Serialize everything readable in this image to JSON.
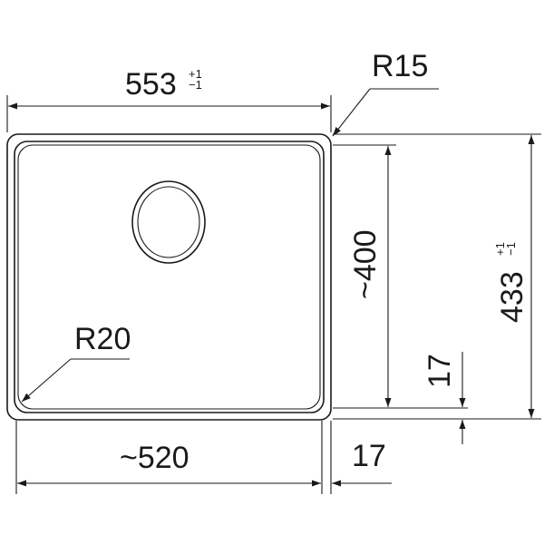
{
  "drawing": {
    "width_main": "553",
    "tol_plus": "+1",
    "tol_minus": "−1",
    "radius_outer": "R15",
    "radius_inner": "R20",
    "width_inner": "~520",
    "height_inner": "~400",
    "height_main": "433",
    "rim_right": "17",
    "rim_bottom": "17"
  }
}
